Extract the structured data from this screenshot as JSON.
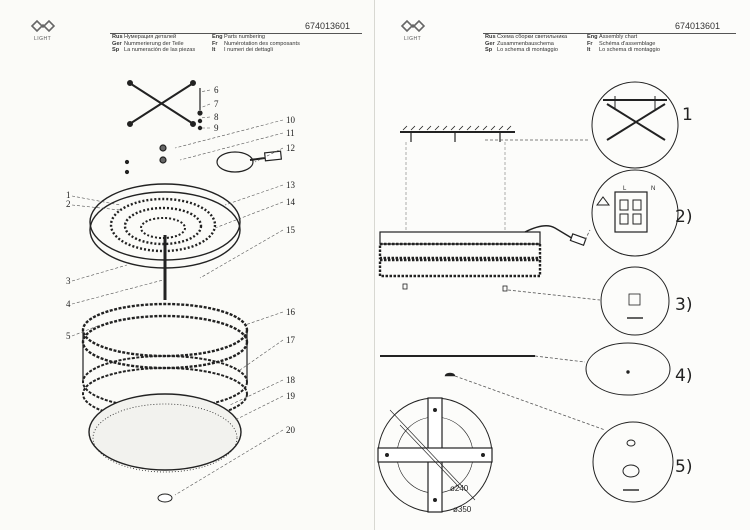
{
  "brand": "LIGHT",
  "product_code": "674013601",
  "left_page": {
    "legend": [
      {
        "lang": "Rus",
        "text": "Нумерация деталей"
      },
      {
        "lang": "Ger",
        "text": "Nummerierung der Teile"
      },
      {
        "lang": "Sp",
        "text": "La numeración de las piezas"
      },
      {
        "lang": "Eng",
        "text": "Parts numbering"
      },
      {
        "lang": "Fr",
        "text": "Numérotation des composants"
      },
      {
        "lang": "It",
        "text": "I numeri dei dettagli"
      }
    ],
    "part_numbers": [
      "1",
      "2",
      "3",
      "4",
      "5",
      "6",
      "7",
      "8",
      "9",
      "10",
      "11",
      "12",
      "13",
      "14",
      "15",
      "16",
      "17",
      "18",
      "19",
      "20"
    ]
  },
  "right_page": {
    "legend": [
      {
        "lang": "Rus",
        "text": "Схема сборки светильника"
      },
      {
        "lang": "Ger",
        "text": "Zusammenbauschema"
      },
      {
        "lang": "Sp",
        "text": "Lo schema di montaggio"
      },
      {
        "lang": "Eng",
        "text": "Assembly chart"
      },
      {
        "lang": "Fr",
        "text": "Schéma d'assemblage"
      },
      {
        "lang": "It",
        "text": "Lo schema di montaggio"
      }
    ],
    "steps": [
      "1",
      "2)",
      "3)",
      "4)",
      "5)"
    ],
    "wiring_labels": {
      "l": "L",
      "n": "N"
    },
    "dimensions": {
      "inner": "ø240",
      "outer": "ø350"
    }
  }
}
